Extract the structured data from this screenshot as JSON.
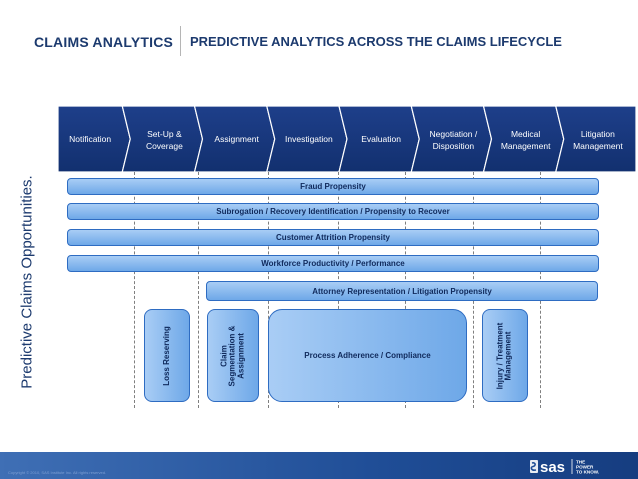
{
  "header": {
    "left_title": "CLAIMS ANALYTICS",
    "right_title": "PREDICTIVE ANALYTICS ACROSS THE CLAIMS LIFECYCLE"
  },
  "side_label": "Predictive Claims Opportunities.",
  "stages": [
    {
      "line1": "Notification",
      "line2": ""
    },
    {
      "line1": "Set-Up &",
      "line2": "Coverage"
    },
    {
      "line1": "Assignment",
      "line2": ""
    },
    {
      "line1": "Investigation",
      "line2": ""
    },
    {
      "line1": "Evaluation",
      "line2": ""
    },
    {
      "line1": "Negotiation /",
      "line2": "Disposition"
    },
    {
      "line1": "Medical",
      "line2": "Management"
    },
    {
      "line1": "Litigation",
      "line2": "Management"
    }
  ],
  "bars": {
    "fraud": "Fraud Propensity",
    "subrogation": "Subrogation / Recovery Identification / Propensity to Recover",
    "attrition": "Customer Attrition Propensity",
    "workforce": "Workforce Productivity / Performance",
    "attorney": "Attorney Representation / Litigation Propensity"
  },
  "boxes": {
    "loss_reserving": "Loss Reserving",
    "claim_segmentation": [
      "Claim",
      "Segmentation &",
      "Assignment"
    ],
    "process_adherence": "Process Adherence / Compliance",
    "injury_treatment": [
      "Injury / Treatment",
      "Management"
    ]
  },
  "footer": {
    "copyright": "Copyright © 2010, SAS Institute Inc. All rights reserved.",
    "logo_text": "sas",
    "tagline": [
      "THE",
      "POWER",
      "TO KNOW."
    ]
  },
  "colors": {
    "navy": "#1c3a6e",
    "chevron": "#16347a",
    "bar_fill_light": "#a9cdf5",
    "bar_fill_dark": "#6ea8e8",
    "bar_border": "#2e6cc2",
    "footer_blue": "#1f4d96"
  }
}
